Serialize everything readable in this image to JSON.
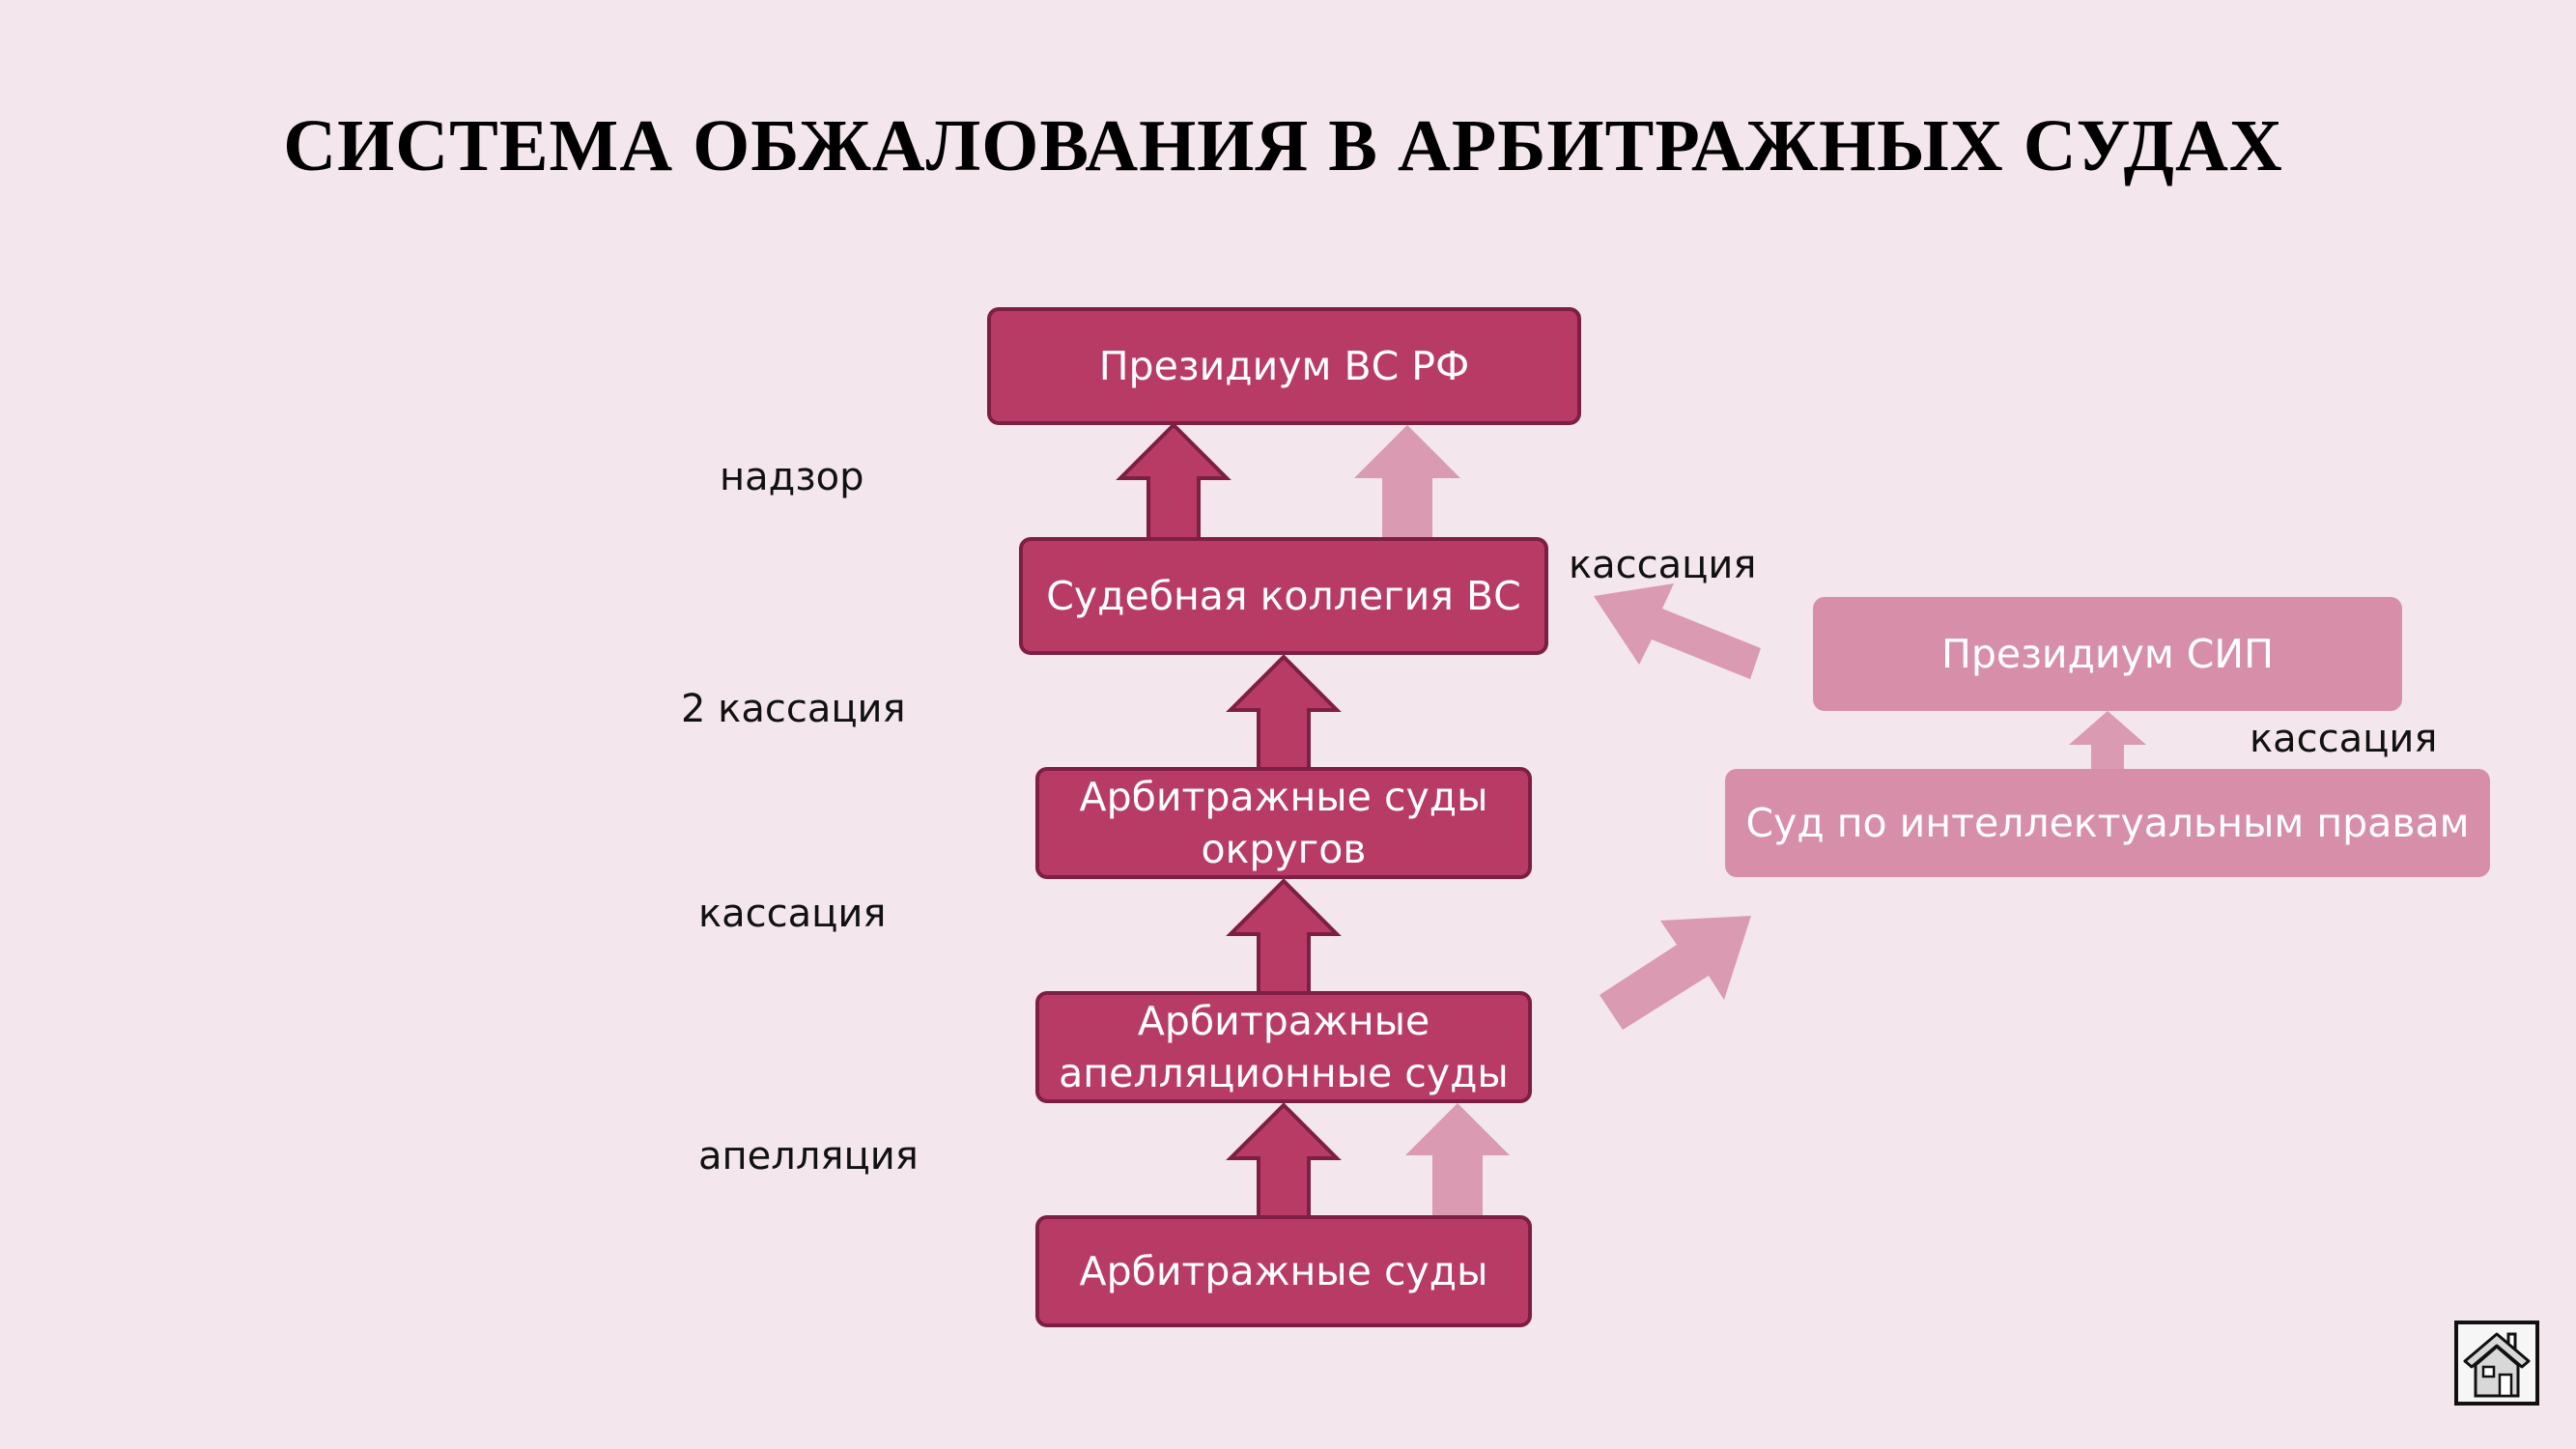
{
  "title": "СИСТЕМА ОБЖАЛОВАНИЯ В АРБИТРАЖНЫХ СУДАХ",
  "boxes": {
    "presidium_vs": "Президиум ВС РФ",
    "collegium_vs": "Судебная коллегия ВС",
    "district_courts": "Арбитражные суды округов",
    "appeal_courts": "Арбитражные апелляционные суды",
    "arbitration_courts": "Арбитражные суды",
    "presidium_sip": "Президиум СИП",
    "ip_court": "Суд по интеллектуальным правам"
  },
  "labels": {
    "supervision": "надзор",
    "second_cassation": "2 кассация",
    "cassation": "кассация",
    "appeal": "апелляция",
    "cassation_to_vs": "кассация",
    "cassation_sip": "кассация"
  },
  "colors": {
    "dark_box": "#b83b66",
    "dark_border": "#7d1f43",
    "light_box": "#d78fa9",
    "background": "#f3e6ec"
  },
  "icons": [
    "home-icon"
  ]
}
